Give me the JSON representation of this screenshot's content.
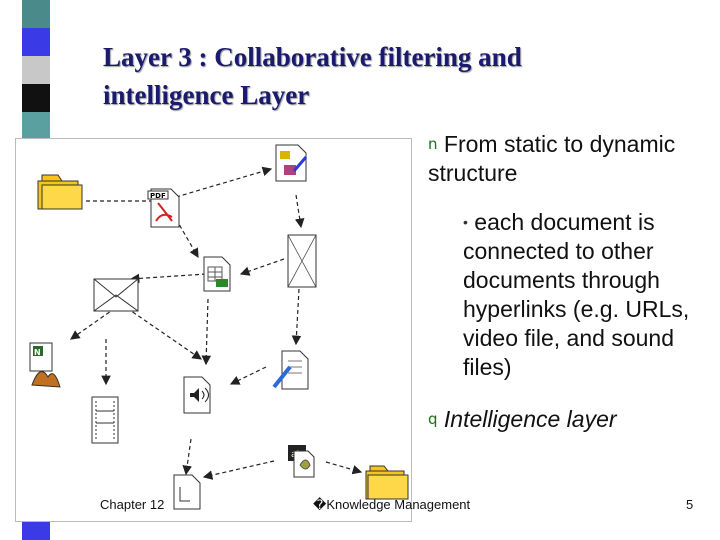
{
  "title": {
    "line1": "Layer 3 : Collaborative filtering and",
    "line2": "intelligence Layer"
  },
  "bullets": {
    "b1_marker": "n",
    "b1_text": "From static to dynamic structure",
    "b2_marker": "•",
    "b2_text": "each document is connected to other documents through hyperlinks (e.g. URLs, video file, and sound files)",
    "b3_marker": "q",
    "b3_text": "Intelligence layer"
  },
  "diagram": {
    "icons": [
      "folder-icon",
      "document-icon",
      "pdf-icon",
      "spreadsheet-icon",
      "envelope-icon",
      "blank-page-icon",
      "text-document-icon",
      "image-document-icon",
      "video-file-icon",
      "sound-file-icon",
      "clip-document-icon",
      "package-icon"
    ],
    "pdf_badge": "PDF",
    "image_doc_badge": "N",
    "package_badge": "ai"
  },
  "footer": {
    "chapter": "Chapter 12",
    "course": "�Knowledge Management",
    "page": "5"
  },
  "colors": {
    "title": "#1a1a6e",
    "bullet_marker": "#1a6e1a",
    "stripe_black": "#111111",
    "stripe_blue": "#3a3ae6",
    "stripe_teal": "#4a8a8a",
    "folder": "#f5c518"
  }
}
